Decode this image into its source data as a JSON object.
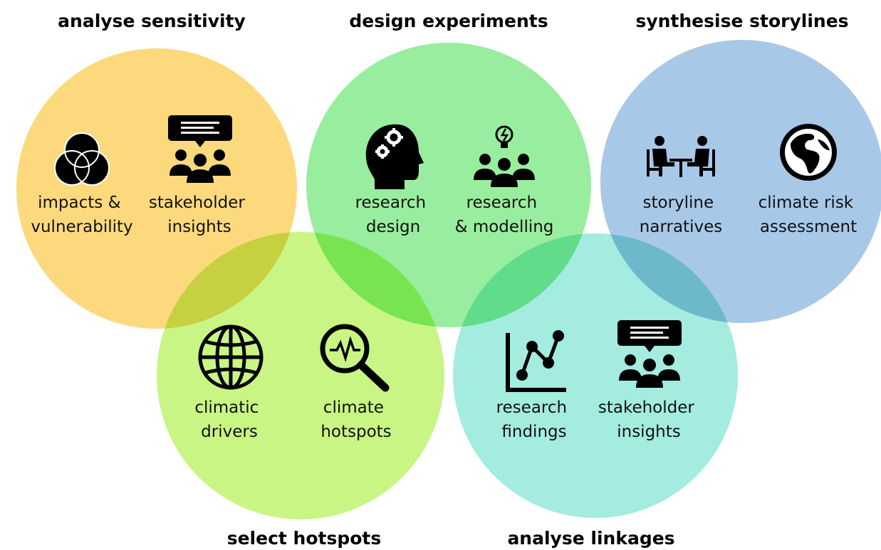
{
  "colors": {
    "analyse_sensitivity": "#fcd97c",
    "design_experiments": "#98ee9e",
    "synthesise_storylines": "#a8c8e8",
    "select_hotspots": "#c9f584",
    "analyse_linkages": "#a3ecdf",
    "icon": "#000000"
  },
  "groups": {
    "analyse_sensitivity": {
      "title": "analyse sensitivity",
      "items": [
        {
          "icon": "venn-diagram-icon",
          "line1": "impacts &",
          "line2": "vulnerability"
        },
        {
          "icon": "stakeholder-presentation-icon",
          "line1": "stakeholder",
          "line2": "insights"
        }
      ]
    },
    "design_experiments": {
      "title": "design experiments",
      "items": [
        {
          "icon": "head-gears-icon",
          "line1": "research",
          "line2": "design"
        },
        {
          "icon": "team-lightbulb-icon",
          "line1": "research",
          "line2": "& modelling"
        }
      ]
    },
    "synthesise_storylines": {
      "title": "synthesise storylines",
      "items": [
        {
          "icon": "people-at-table-icon",
          "line1": "storyline",
          "line2": "narratives"
        },
        {
          "icon": "globe-earth-icon",
          "line1": "climate risk",
          "line2": "assessment"
        }
      ]
    },
    "select_hotspots": {
      "title": "select hotspots",
      "items": [
        {
          "icon": "globe-grid-icon",
          "line1": "climatic",
          "line2": "drivers"
        },
        {
          "icon": "magnifier-pulse-icon",
          "line1": "climate",
          "line2": "hotspots"
        }
      ]
    },
    "analyse_linkages": {
      "title": "analyse linkages",
      "items": [
        {
          "icon": "line-graph-icon",
          "line1": "research",
          "line2": "findings"
        },
        {
          "icon": "stakeholder-presentation-icon",
          "line1": "stakeholder",
          "line2": "insights"
        }
      ]
    }
  }
}
